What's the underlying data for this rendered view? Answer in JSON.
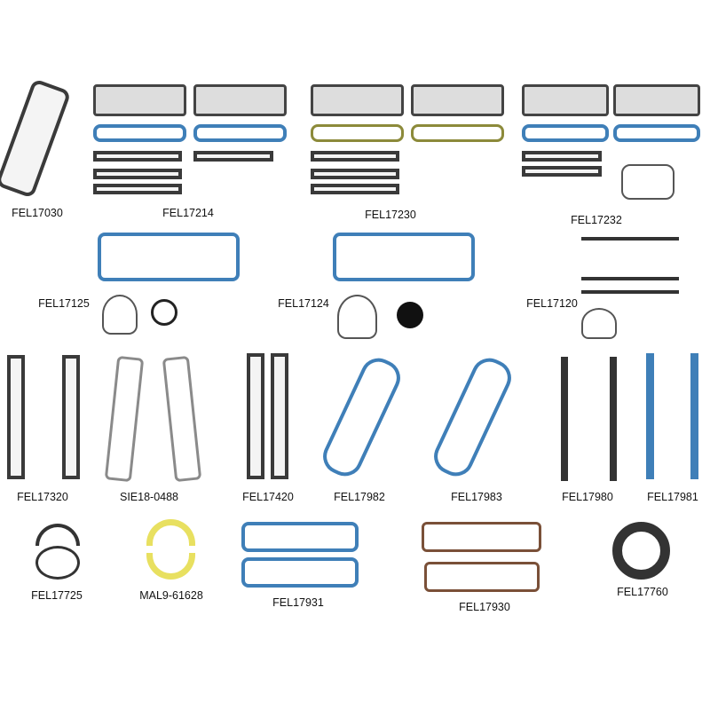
{
  "parts": [
    {
      "id": "FEL17030"
    },
    {
      "id": "FEL17214"
    },
    {
      "id": "FEL17230"
    },
    {
      "id": "FEL17232"
    },
    {
      "id": "FEL17125"
    },
    {
      "id": "FEL17124"
    },
    {
      "id": "FEL17120"
    },
    {
      "id": "FEL17320"
    },
    {
      "id": "SIE18-0488"
    },
    {
      "id": "FEL17420"
    },
    {
      "id": "FEL17982"
    },
    {
      "id": "FEL17983"
    },
    {
      "id": "FEL17980"
    },
    {
      "id": "FEL17981"
    },
    {
      "id": "FEL17725"
    },
    {
      "id": "MAL9-61628"
    },
    {
      "id": "FEL17931"
    },
    {
      "id": "FEL17930"
    },
    {
      "id": "FEL17760"
    }
  ],
  "colors": {
    "blue": "#3f7fb8",
    "dark": "#3a3a3a",
    "yellow": "#e8e060",
    "olive": "#8c8a3a",
    "brown": "#7a5038"
  }
}
